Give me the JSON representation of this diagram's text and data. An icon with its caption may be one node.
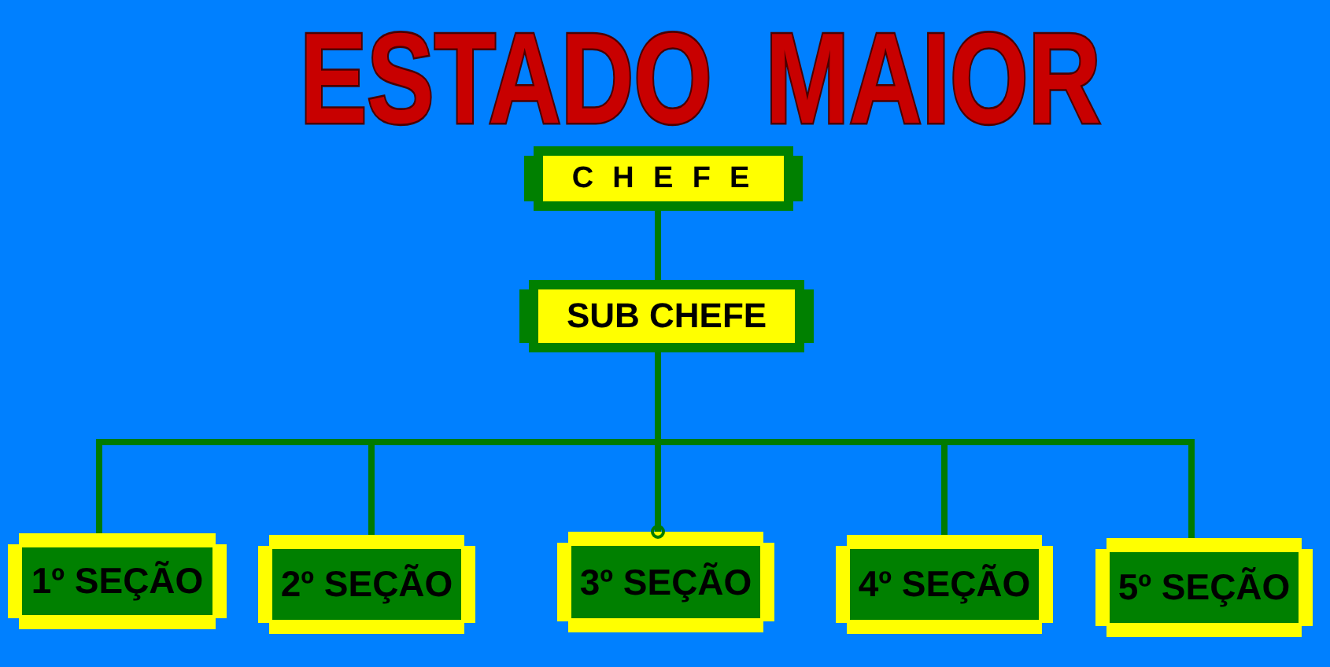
{
  "diagram": {
    "title": "ESTADO MAIOR",
    "nodes": [
      {
        "text": [
          "C H E F E"
        ]
      },
      {
        "text": [
          "SUB CHEFE"
        ]
      },
      {
        "text": [
          "1º SEÇÃO"
        ]
      },
      {
        "text": [
          "2º SEÇÃO"
        ]
      },
      {
        "text": [
          "3º SEÇÃO"
        ]
      },
      {
        "text": [
          "4º SEÇÃO"
        ]
      },
      {
        "text": [
          "5º SEÇÃO"
        ]
      }
    ],
    "edges": [
      {
        "from": 0,
        "to": 1,
        "arrow": "none"
      },
      {
        "from": 1,
        "to": 2,
        "arrow": "none"
      },
      {
        "from": 1,
        "to": 3,
        "arrow": "none"
      },
      {
        "from": 1,
        "to": 4,
        "arrow": "other"
      },
      {
        "from": 1,
        "to": 5,
        "arrow": "none"
      },
      {
        "from": 1,
        "to": 6,
        "arrow": "none"
      }
    ]
  }
}
